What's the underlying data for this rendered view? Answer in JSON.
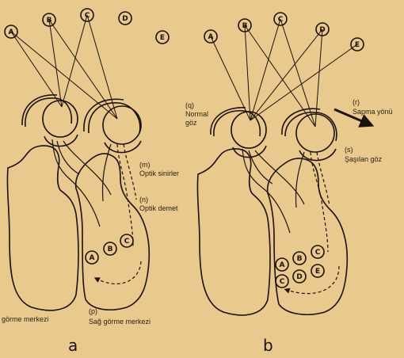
{
  "panel_a": {
    "letter": "a",
    "points": [
      "A",
      "B",
      "C",
      "D",
      "E"
    ],
    "center_points": [
      "A",
      "B",
      "C"
    ],
    "label_m_1": "(m)",
    "label_m_2": "Optik sinirler",
    "label_n_1": "(n)",
    "label_n_2": "Optik demet",
    "label_left_center": "görme  merkezi",
    "label_p_1": "(p)",
    "label_p_2": "Sağ görme merkezi"
  },
  "panel_b": {
    "letter": "b",
    "points": [
      "A",
      "B",
      "C",
      "D",
      "E"
    ],
    "center_points": [
      "A",
      "B",
      "C",
      "C",
      "D",
      "E"
    ],
    "label_q_1": "(q)",
    "label_q_2": "Normal",
    "label_q_3": "göz",
    "label_r_1": "(r)",
    "label_r_2": "Sapma  yönü",
    "label_s_1": "(s)",
    "label_s_2": "Şaşılan göz"
  },
  "colors": {
    "background": "#e9c98e",
    "ink": "#1b1208"
  }
}
